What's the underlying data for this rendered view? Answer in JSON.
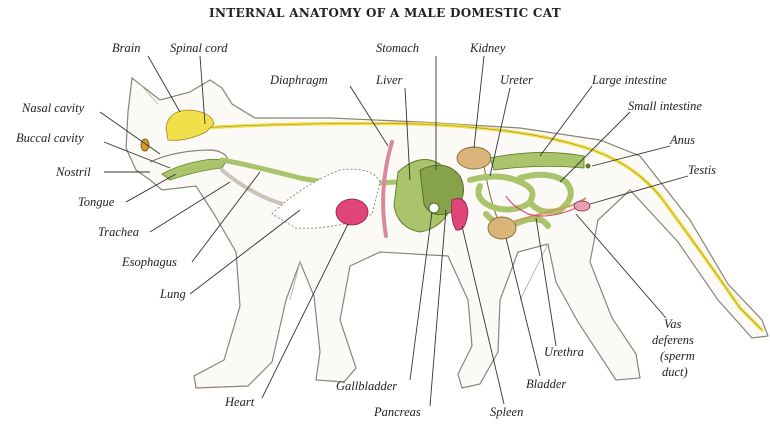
{
  "title": "INTERNAL ANATOMY OF A MALE DOMESTIC CAT",
  "labels": {
    "brain": "Brain",
    "spinal_cord": "Spinal cord",
    "stomach": "Stomach",
    "kidney": "Kidney",
    "diaphragm": "Diaphragm",
    "liver": "Liver",
    "ureter": "Ureter",
    "large_intestine": "Large intestine",
    "small_intestine": "Small intestine",
    "anus": "Anus",
    "testis": "Testis",
    "nasal_cavity": "Nasal cavity",
    "buccal_cavity": "Buccal cavity",
    "nostril": "Nostril",
    "tongue": "Tongue",
    "trachea": "Trachea",
    "esophagus": "Esophagus",
    "lung": "Lung",
    "heart": "Heart",
    "gallbladder": "Gallbladder",
    "pancreas": "Pancreas",
    "spleen": "Spleen",
    "bladder": "Bladder",
    "urethra": "Urethra",
    "vas_deferens_1": "Vas",
    "vas_deferens_2": "deferens",
    "vas_deferens_3": "(sperm",
    "vas_deferens_4": "duct)"
  },
  "colors": {
    "nervous": "#f2e04a",
    "digestive": "#a9c46a",
    "organ_dark": "#86a34c",
    "kidney": "#d9b57a",
    "heart_pink": "#e0457a",
    "outline": "#8a8577"
  }
}
